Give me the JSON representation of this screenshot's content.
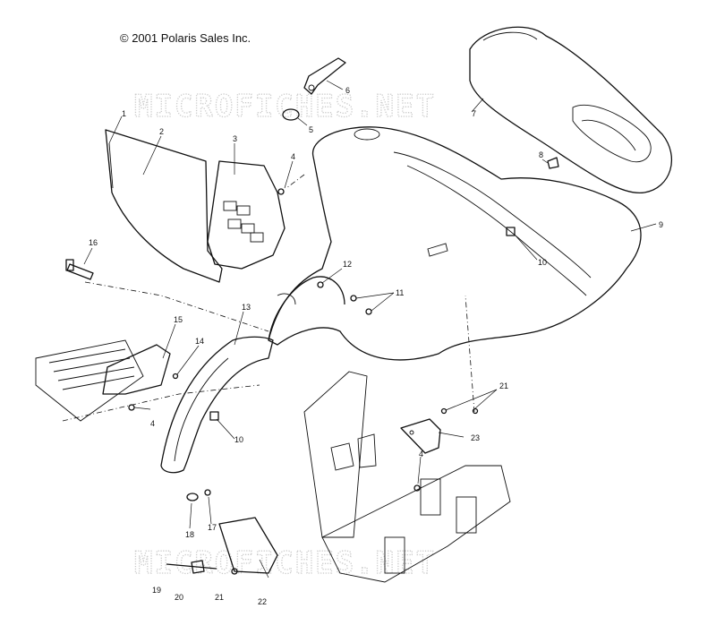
{
  "copyright": "© 2001 Polaris Sales Inc.",
  "watermark": "MICROFICHES.NET",
  "callouts": [
    {
      "id": "c1",
      "label": "1"
    },
    {
      "id": "c2",
      "label": "2"
    },
    {
      "id": "c3",
      "label": "3"
    },
    {
      "id": "c4a",
      "label": "4"
    },
    {
      "id": "c4b",
      "label": "4"
    },
    {
      "id": "c4c",
      "label": "4"
    },
    {
      "id": "c5",
      "label": "5"
    },
    {
      "id": "c6",
      "label": "6"
    },
    {
      "id": "c7",
      "label": "7"
    },
    {
      "id": "c8",
      "label": "8"
    },
    {
      "id": "c9",
      "label": "9"
    },
    {
      "id": "c10a",
      "label": "10"
    },
    {
      "id": "c10b",
      "label": "10"
    },
    {
      "id": "c11",
      "label": "11"
    },
    {
      "id": "c12",
      "label": "12"
    },
    {
      "id": "c13",
      "label": "13"
    },
    {
      "id": "c14",
      "label": "14"
    },
    {
      "id": "c15",
      "label": "15"
    },
    {
      "id": "c16",
      "label": "16"
    },
    {
      "id": "c17",
      "label": "17"
    },
    {
      "id": "c18",
      "label": "18"
    },
    {
      "id": "c19",
      "label": "19"
    },
    {
      "id": "c20",
      "label": "20"
    },
    {
      "id": "c21a",
      "label": "21"
    },
    {
      "id": "c21b",
      "label": "21"
    },
    {
      "id": "c22",
      "label": "22"
    },
    {
      "id": "c23",
      "label": "23"
    }
  ]
}
